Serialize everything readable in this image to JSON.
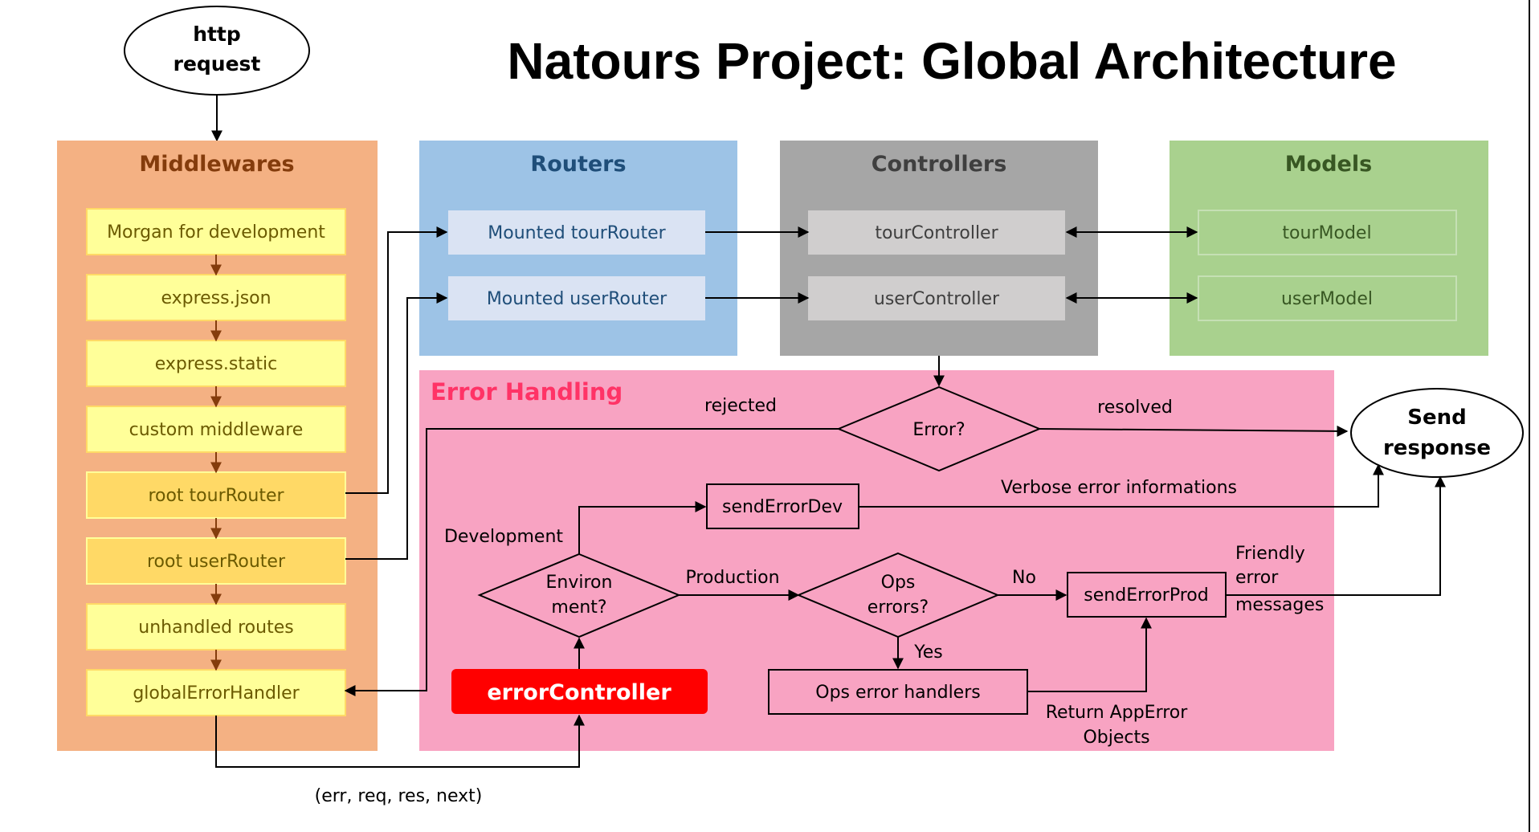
{
  "title": "Natours Project: Global Architecture",
  "http_request": [
    "http",
    "request"
  ],
  "send_response": [
    "Send",
    "response"
  ],
  "middlewares": {
    "heading": "Middlewares",
    "items": [
      "Morgan for development",
      "express.json",
      "express.static",
      "custom middleware",
      "root tourRouter",
      "root userRouter",
      "unhandled routes",
      "globalErrorHandler"
    ]
  },
  "routers": {
    "heading": "Routers",
    "items": [
      "Mounted tourRouter",
      "Mounted userRouter"
    ]
  },
  "controllers": {
    "heading": "Controllers",
    "items": [
      "tourController",
      "userController"
    ]
  },
  "models": {
    "heading": "Models",
    "items": [
      "tourModel",
      "userModel"
    ]
  },
  "error_handling": {
    "heading": "Error Handling",
    "error_decision": "Error?",
    "rejected": "rejected",
    "resolved": "resolved",
    "environment_decision": [
      "Environ",
      "ment?"
    ],
    "development": "Development",
    "production": "Production",
    "send_error_dev": "sendErrorDev",
    "verbose": "Verbose error informations",
    "ops_decision": [
      "Ops",
      "errors?"
    ],
    "no": "No",
    "yes": "Yes",
    "send_error_prod": "sendErrorProd",
    "friendly": [
      "Friendly",
      "error",
      "messages"
    ],
    "ops_handlers": "Ops error handlers",
    "return_app_error": [
      "Return AppError",
      "Objects"
    ],
    "error_controller": "errorController"
  },
  "signature": "(err, req, res, next)",
  "colors": {
    "middlewares_bg": "#f4b183",
    "middlewares_title": "#843c0c",
    "middleware_box": "#ffff99",
    "router_middleware_box": "#ffd966",
    "routers_bg": "#9dc3e6",
    "routers_title": "#1f4e79",
    "router_box": "#dae3f3",
    "controllers_bg": "#a6a6a6",
    "controllers_title": "#3f3f3f",
    "controller_box": "#d0cece",
    "models_bg": "#a9d18e",
    "models_title": "#385723",
    "error_bg": "#f8a3c2",
    "error_title": "#ff3366",
    "error_controller": "#ff0000"
  }
}
